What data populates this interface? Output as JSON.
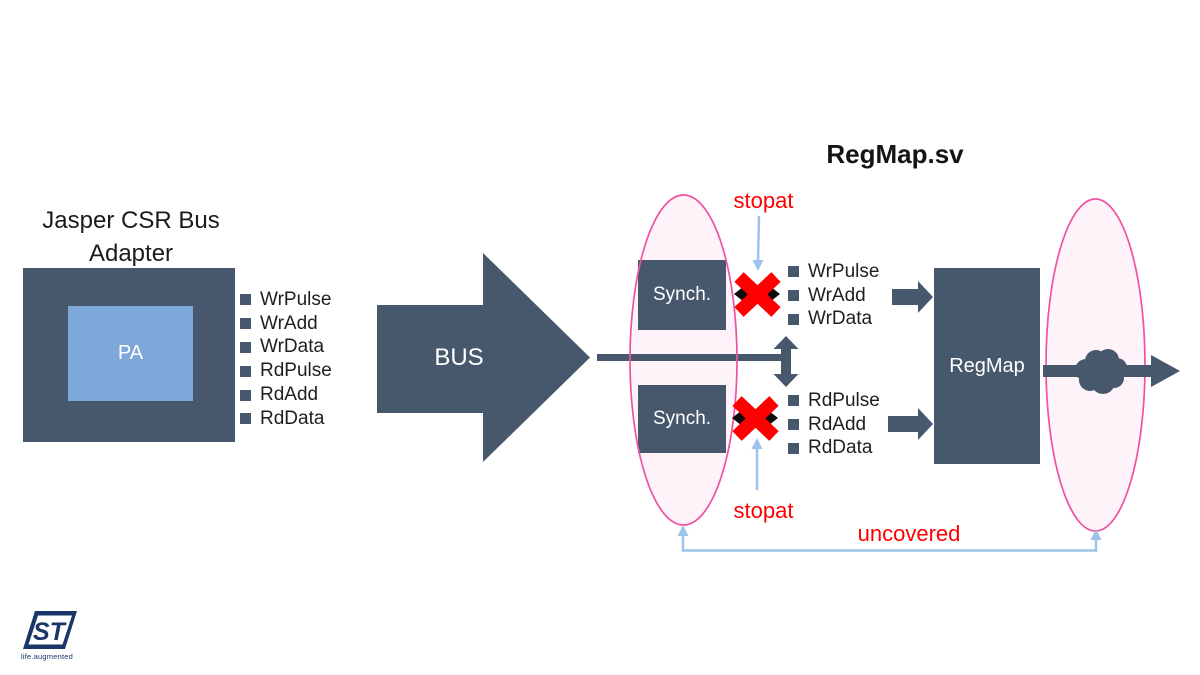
{
  "slide": {
    "file_title": "RegMap.sv",
    "adapter": {
      "title_line1": "Jasper CSR Bus",
      "title_line2": "Adapter",
      "inner_block": "PA",
      "signals": [
        "WrPulse",
        "WrAdd",
        "WrData",
        "RdPulse",
        "RdAdd",
        "RdData"
      ]
    },
    "bus": {
      "label": "BUS"
    },
    "synchronizers": {
      "top_label": "Synch.",
      "bottom_label": "Synch."
    },
    "write_signals": [
      "WrPulse",
      "WrAdd",
      "WrData"
    ],
    "read_signals": [
      "RdPulse",
      "RdAdd",
      "RdData"
    ],
    "regmap": {
      "label": "RegMap"
    },
    "annotations": {
      "stopat_top": "stopat",
      "stopat_bottom": "stopat",
      "uncovered": "uncovered"
    },
    "branding": {
      "logo_letters": "ST",
      "tagline": "life.augmented"
    },
    "colors": {
      "block_dark": "#47586C",
      "block_light_blue": "#7EA7D9",
      "ellipse_stroke": "#F052A2",
      "ellipse_fill": "#FDF3F8",
      "annotation_red": "#FE0000",
      "connector_blue": "#9CC3E8",
      "logo_navy": "#1B3668"
    }
  }
}
